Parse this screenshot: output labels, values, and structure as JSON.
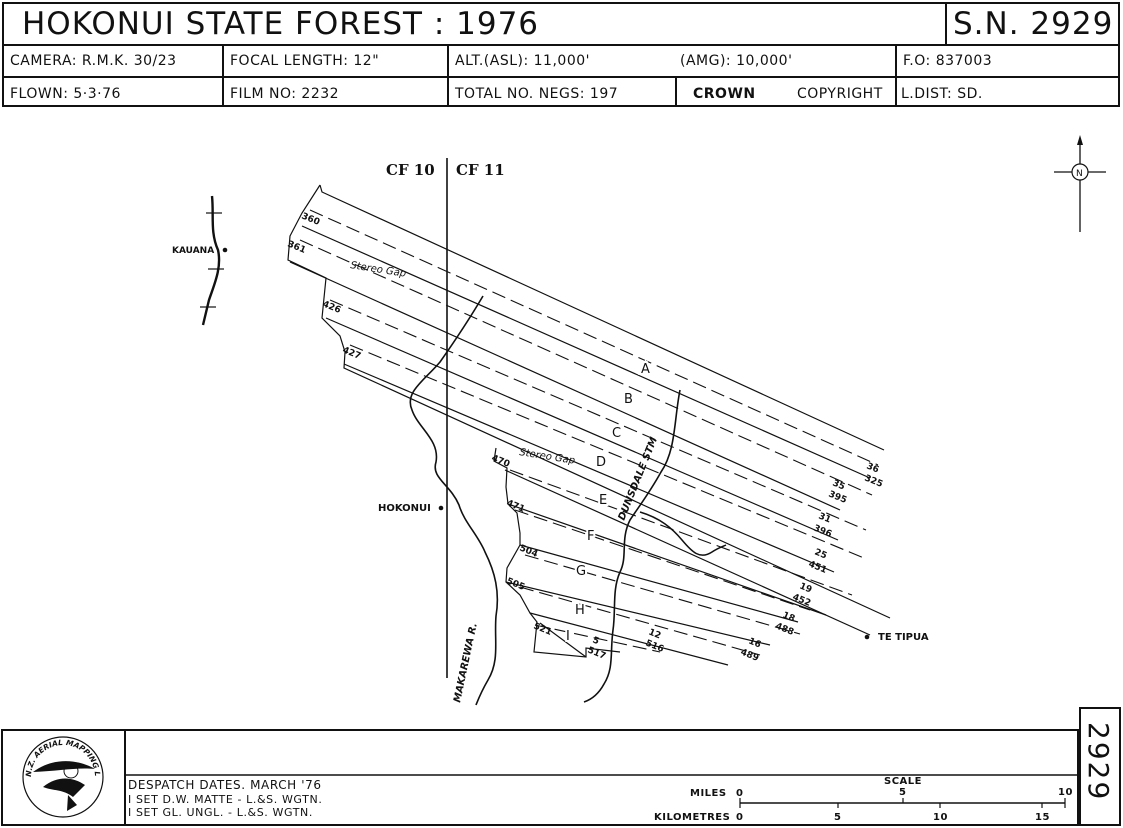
{
  "header": {
    "title": "HOKONUI STATE FOREST : 1976",
    "sheet": "S.N. 2929",
    "row1": {
      "camera": "CAMERA: R.M.K. 30/23",
      "focal": "FOCAL LENGTH: 12\"",
      "alt_asl": "ALT.(ASL): 11,000'",
      "amg": "(AMG): 10,000'",
      "fo": "F.O: 837003"
    },
    "row2": {
      "flown": "FLOWN: 5·3·76",
      "film": "FILM NO: 2232",
      "negs": "TOTAL NO. NEGS: 197",
      "crown": "CROWN",
      "copyright": "COPYRIGHT",
      "ldist": "L.DIST: SD."
    }
  },
  "map": {
    "zone_left": "CF 10",
    "zone_right": "CF 11",
    "places": {
      "kauana": "KAUANA",
      "hokonui": "HOKONUI",
      "te_tipua": "TE TIPUA"
    },
    "rivers": {
      "makarewa": "MAKAREWA R.",
      "dunsdale": "DUNSDALE STM"
    },
    "stereo_gap": "Stereo Gap",
    "north": "N",
    "runs": [
      "A",
      "B",
      "C",
      "D",
      "E",
      "F",
      "G",
      "H",
      "I"
    ],
    "photo_numbers": {
      "a_start": "360",
      "b_start": "361",
      "c_start": "426",
      "d_start": "427",
      "e_start": "470",
      "f_start": "471",
      "g_start": "504",
      "h_start": "505",
      "i_start": "521",
      "a_end": "36",
      "b_end_top": "35",
      "b_end_bot": "395",
      "c_end_top": "31",
      "c_end_bot": "396",
      "d_end_top": "25",
      "d_end_bot": "451",
      "e_end_top": "19",
      "e_end_bot": "452",
      "f_end_top": "18",
      "f_end_bot": "488",
      "g_end_top": "16",
      "g_end_bot": "489",
      "h_end_top": "12",
      "h_end_bot": "516",
      "i_end_top": "5",
      "i_end_bot": "517",
      "a_end_bot": "325"
    }
  },
  "footer": {
    "logo_text": "N.Z. AERIAL MAPPING LTD",
    "despatch": "DESPATCH DATES.  MARCH '76",
    "line1": "I SET D.W. MATTE - L.&S. WGTN.",
    "line2": "I SET GL. UNGL. - L.&S. WGTN.",
    "scale_title": "SCALE",
    "miles_label": "MILES",
    "km_label": "KILOMETRES",
    "miles_ticks": [
      "0",
      "5",
      "10"
    ],
    "km_ticks": [
      "0",
      "5",
      "10",
      "15"
    ],
    "sheet_number": "2929"
  }
}
